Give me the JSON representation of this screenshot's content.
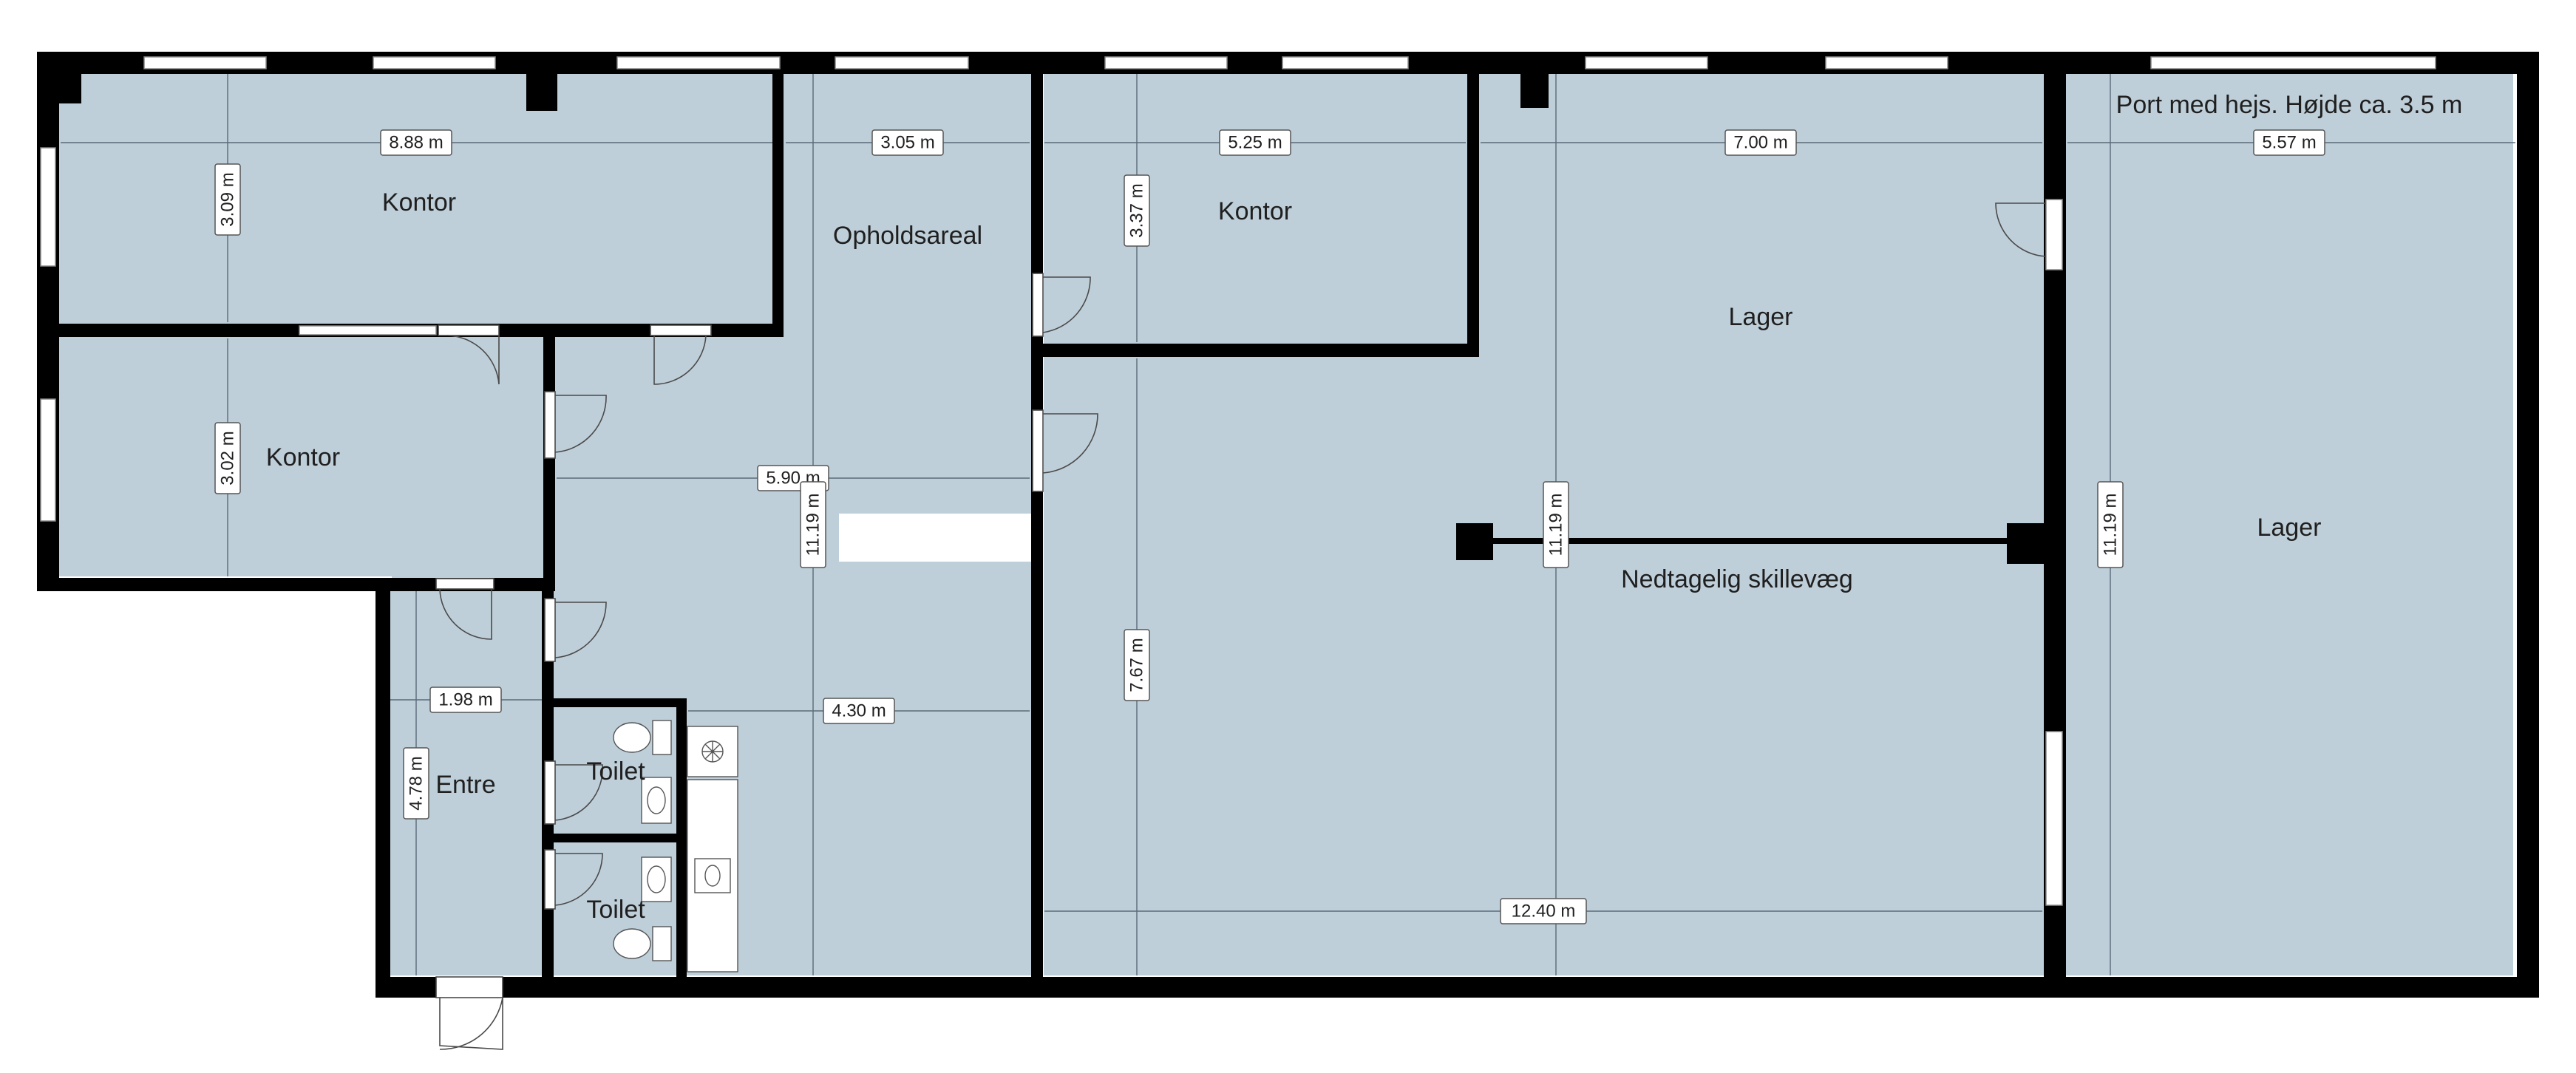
{
  "colors": {
    "floor": "#bfcfd9",
    "wall": "#000000",
    "window": "#ffffff",
    "dimension_line": "#5a6a78"
  },
  "rooms": {
    "kontor_top": "Kontor",
    "kontor_mid": "Kontor",
    "kontor_left": "Kontor",
    "opholdsareal": "Opholdsareal",
    "lager_1": "Lager",
    "lager_2": "Lager",
    "entre": "Entre",
    "toilet_1": "Toilet",
    "toilet_2": "Toilet"
  },
  "annotations": {
    "port": "Port med hejs. Højde ca. 3.5 m",
    "skillevaeg": "Nedtagelig skillevæg"
  },
  "dimensions": {
    "d_888": "8.88 m",
    "d_305": "3.05 m",
    "d_525": "5.25 m",
    "d_700": "7.00 m",
    "d_557": "5.57 m",
    "d_309": "3.09 m",
    "d_337": "3.37 m",
    "d_302": "3.02 m",
    "d_590": "5.90 m",
    "d_1119_a": "11.19 m",
    "d_1119_b": "11.19 m",
    "d_1119_c": "11.19 m",
    "d_198": "1.98 m",
    "d_430": "4.30 m",
    "d_478": "4.78 m",
    "d_767": "7.67 m",
    "d_1240": "12.40 m"
  },
  "fixtures": {
    "toilet_icon": "toilet-icon",
    "sink_icon": "sink-icon",
    "fan_icon": "fan-icon",
    "door_icon": "door-swing-icon",
    "window_icon": "window-icon"
  }
}
